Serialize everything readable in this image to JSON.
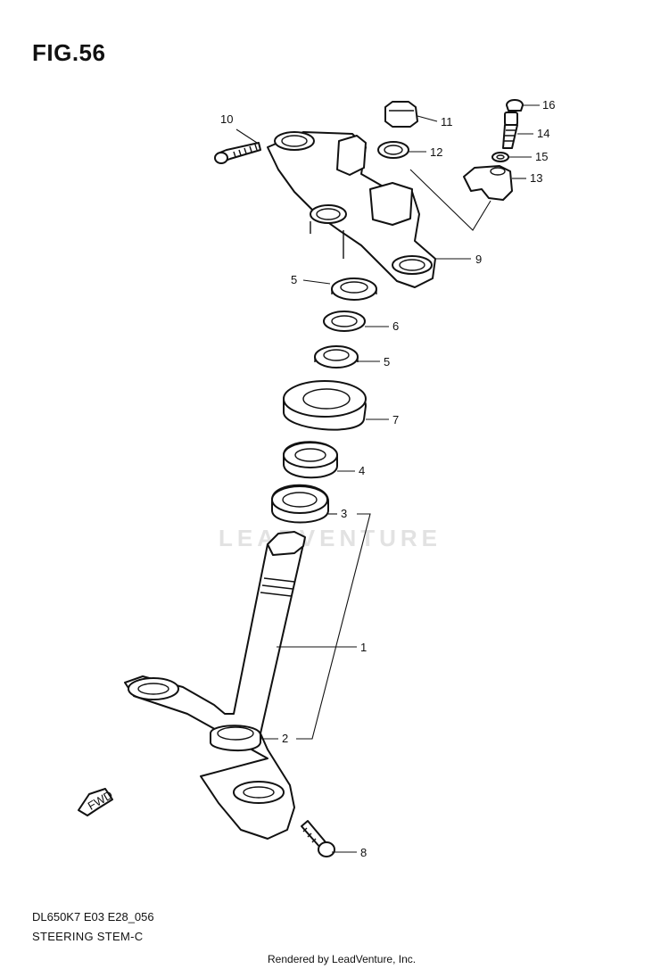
{
  "figure": {
    "title": "FIG.56",
    "model_code": "DL650K7 E03 E28_056",
    "section_name": "STEERING STEM-C",
    "credit": "Rendered by LeadVenture, Inc.",
    "watermark": "LEADVENTURE",
    "fwd_label": "FWD"
  },
  "callouts": [
    "1",
    "2",
    "3",
    "4",
    "5",
    "5",
    "6",
    "7",
    "8",
    "9",
    "10",
    "11",
    "12",
    "13",
    "14",
    "15",
    "16"
  ]
}
